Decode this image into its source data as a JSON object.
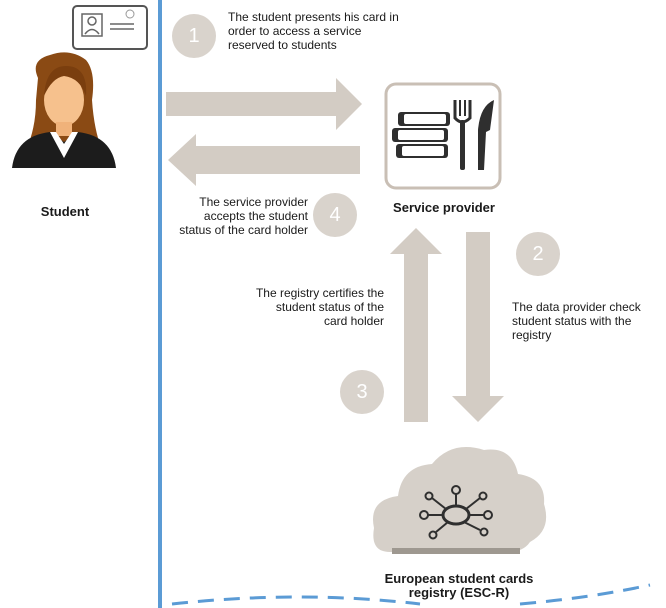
{
  "steps": [
    {
      "number": "1",
      "text_lines": [
        "The student presents his card in",
        "order to access a service",
        "reserved to students"
      ]
    },
    {
      "number": "2",
      "text_lines": [
        "The data provider check",
        "student status with the",
        "registry"
      ]
    },
    {
      "number": "3",
      "text_lines": [
        "The registry certifies the",
        "student status of the",
        "card holder"
      ]
    },
    {
      "number": "4",
      "text_lines": [
        "The service provider",
        "accepts the student",
        "status of the card holder"
      ]
    }
  ],
  "actors": {
    "student": "Student",
    "service_provider": "Service provider",
    "registry_line1": "European student cards",
    "registry_line2": "registry (ESC-R)"
  },
  "colors": {
    "divider": "#5b9bd5",
    "arrow": "#d3ccc4",
    "step_circle": "#d9d3cc",
    "cloud": "#d6d0c9",
    "icon_dark": "#2f2f2f"
  },
  "icons": [
    "student-card-icon",
    "student-avatar-icon",
    "books-and-cutlery-icon",
    "network-cloud-icon"
  ]
}
